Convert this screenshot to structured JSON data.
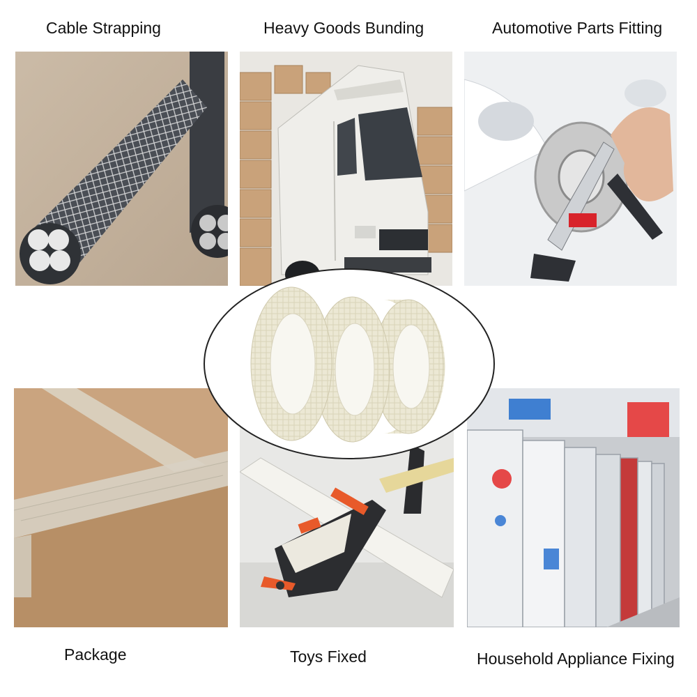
{
  "labels": {
    "cable_strapping": "Cable Strapping",
    "heavy_goods_bunding": "Heavy Goods Bunding",
    "automotive_parts_fitting": "Automotive Parts Fitting",
    "package": "Package",
    "toys_fixed": "Toys Fixed",
    "household_appliance_fixing": "Household Appliance Fixing"
  },
  "colors": {
    "background": "#ffffff",
    "cardboard": "#c9a27a",
    "tape": "#ece8d4",
    "truck": "#efeeea",
    "cable_dark": "#3a3d42",
    "tool_red": "#d8232a",
    "plane_orange": "#e85a2a"
  }
}
